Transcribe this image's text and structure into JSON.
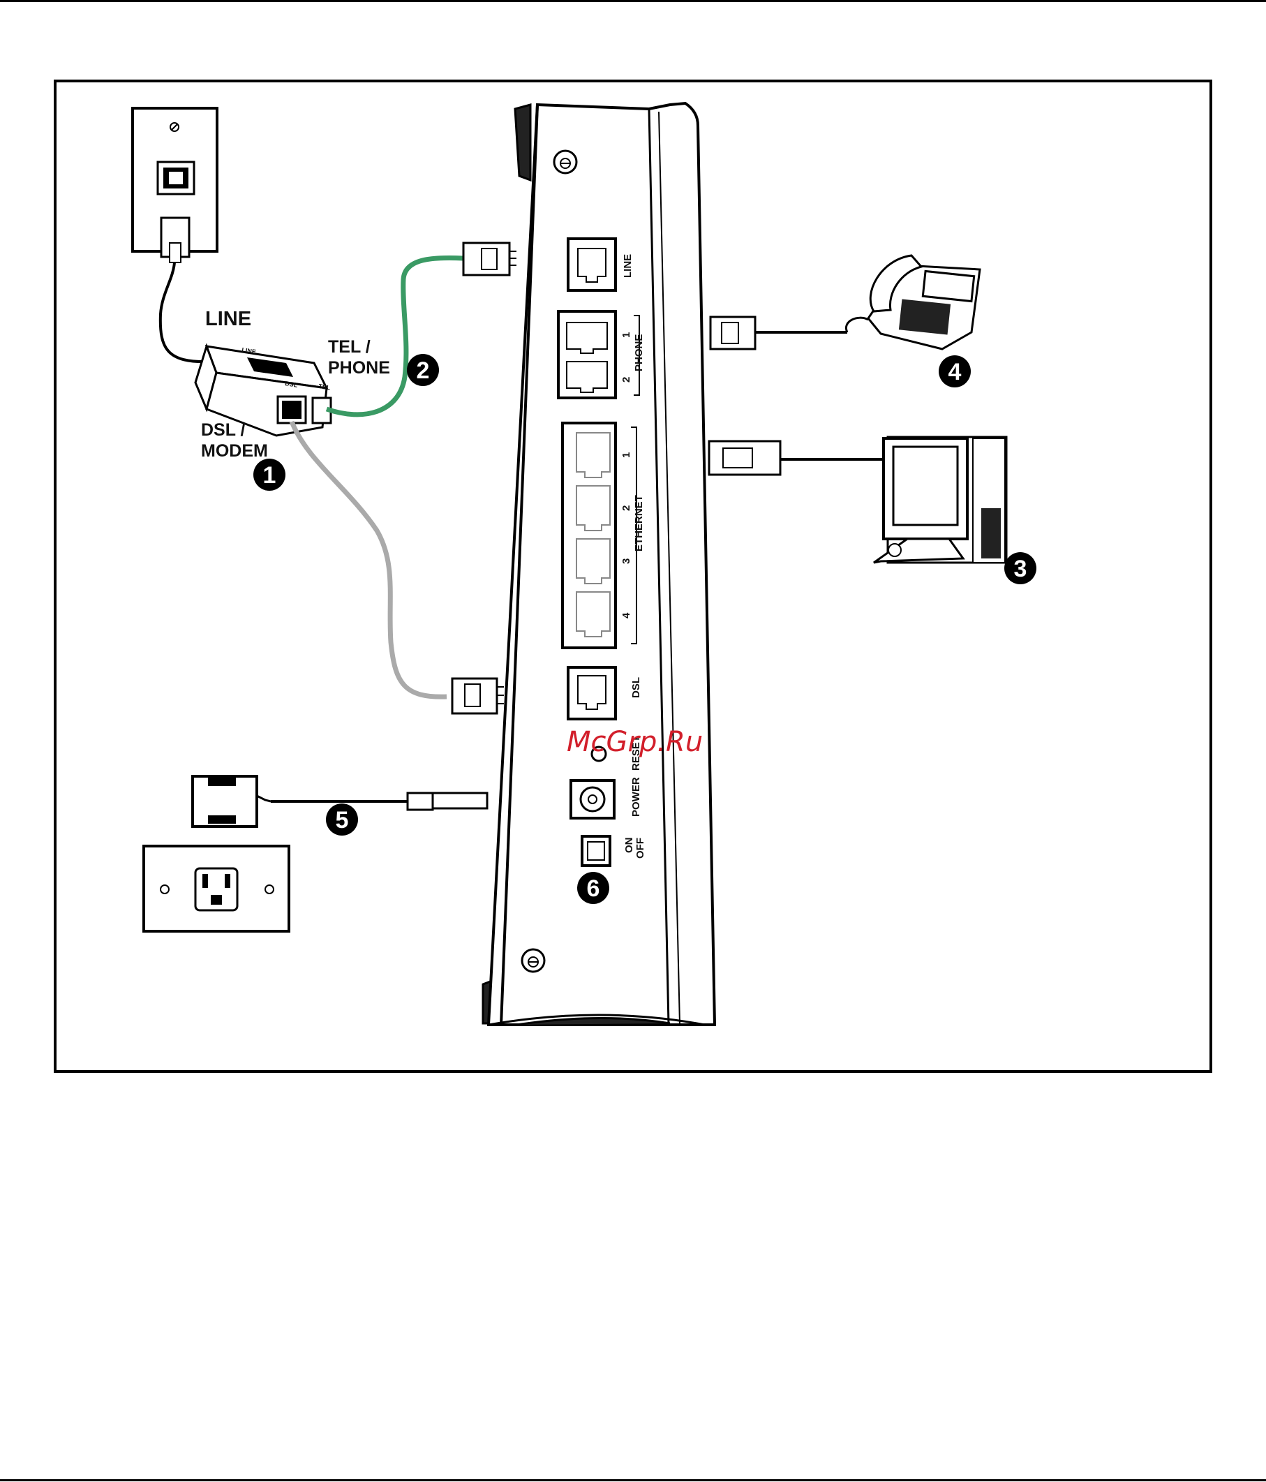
{
  "labels": {
    "line": "LINE",
    "tel_phone_1": "TEL /",
    "tel_phone_2": "PHONE",
    "dsl_modem_1": "DSL /",
    "dsl_modem_2": "MODEM"
  },
  "splitter_labels": {
    "line": "LINE",
    "dsl": "DSL",
    "tel": "TEL"
  },
  "device_ports": {
    "line": "LINE",
    "phone": "PHONE",
    "phone_1": "1",
    "phone_2": "2",
    "ethernet": "ETHERNET",
    "eth_1": "1",
    "eth_2": "2",
    "eth_3": "3",
    "eth_4": "4",
    "dsl": "DSL",
    "reset": "RESET",
    "power": "POWER",
    "on": "ON",
    "off": "OFF"
  },
  "badges": [
    "1",
    "2",
    "3",
    "4",
    "5",
    "6"
  ],
  "watermark": "McGrp.Ru",
  "colors": {
    "tel_cable": "#3a9a64",
    "dsl_cable": "#aaaaaa",
    "watermark": "#d21f2b"
  }
}
